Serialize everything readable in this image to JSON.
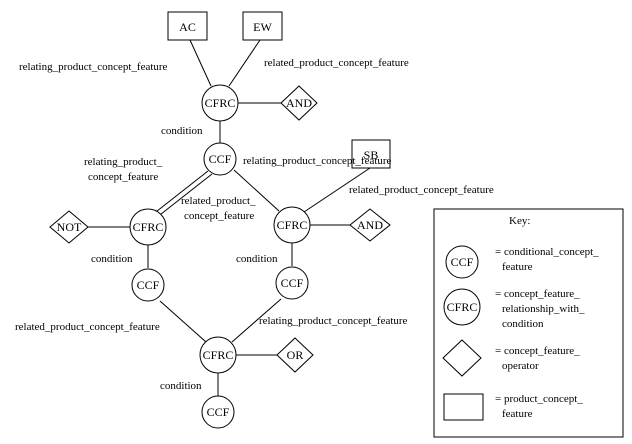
{
  "nodes": {
    "ac": "AC",
    "ew": "EW",
    "sb": "SB",
    "cfrc_top": "CFRC",
    "cfrc_left": "CFRC",
    "cfrc_right": "CFRC",
    "cfrc_bottom": "CFRC",
    "ccf_top": "CCF",
    "ccf_left": "CCF",
    "ccf_right": "CCF",
    "ccf_bottom": "CCF",
    "and_top": "AND",
    "and_right": "AND",
    "not": "NOT",
    "or": "OR"
  },
  "edge_labels": {
    "ac_to_cfrc": "relating_product_concept_feature",
    "ew_to_cfrc": "related_product_concept_feature",
    "cfrc_top_to_ccf": "condition",
    "ccf_to_cfrc_left_line1": "relating_product_",
    "ccf_to_cfrc_left_line2": "concept_feature",
    "ccf_to_cfrc_right": "relating_product_concept_feature",
    "cfrc_left_related_line1": "related_product_",
    "cfrc_left_related_line2": "concept_feature",
    "sb_to_cfrc_right": "related_product_concept_feature",
    "cfrc_left_condition": "condition",
    "cfrc_right_condition": "condition",
    "ccf_left_to_bottom": "related_product_concept_feature",
    "ccf_right_to_bottom": "relating_product_concept_feature",
    "cfrc_bottom_condition": "condition"
  },
  "key": {
    "title": "Key:",
    "ccf_symbol": "CCF",
    "ccf_desc_line1": "= conditional_concept_",
    "ccf_desc_line2": "feature",
    "cfrc_symbol": "CFRC",
    "cfrc_desc_line1": "= concept_feature_",
    "cfrc_desc_line2": "relationship_with_",
    "cfrc_desc_line3": "condition",
    "operator_desc_line1": "= concept_feature_",
    "operator_desc_line2": "operator",
    "product_desc_line1": "= product_concept_",
    "product_desc_line2": "feature"
  }
}
